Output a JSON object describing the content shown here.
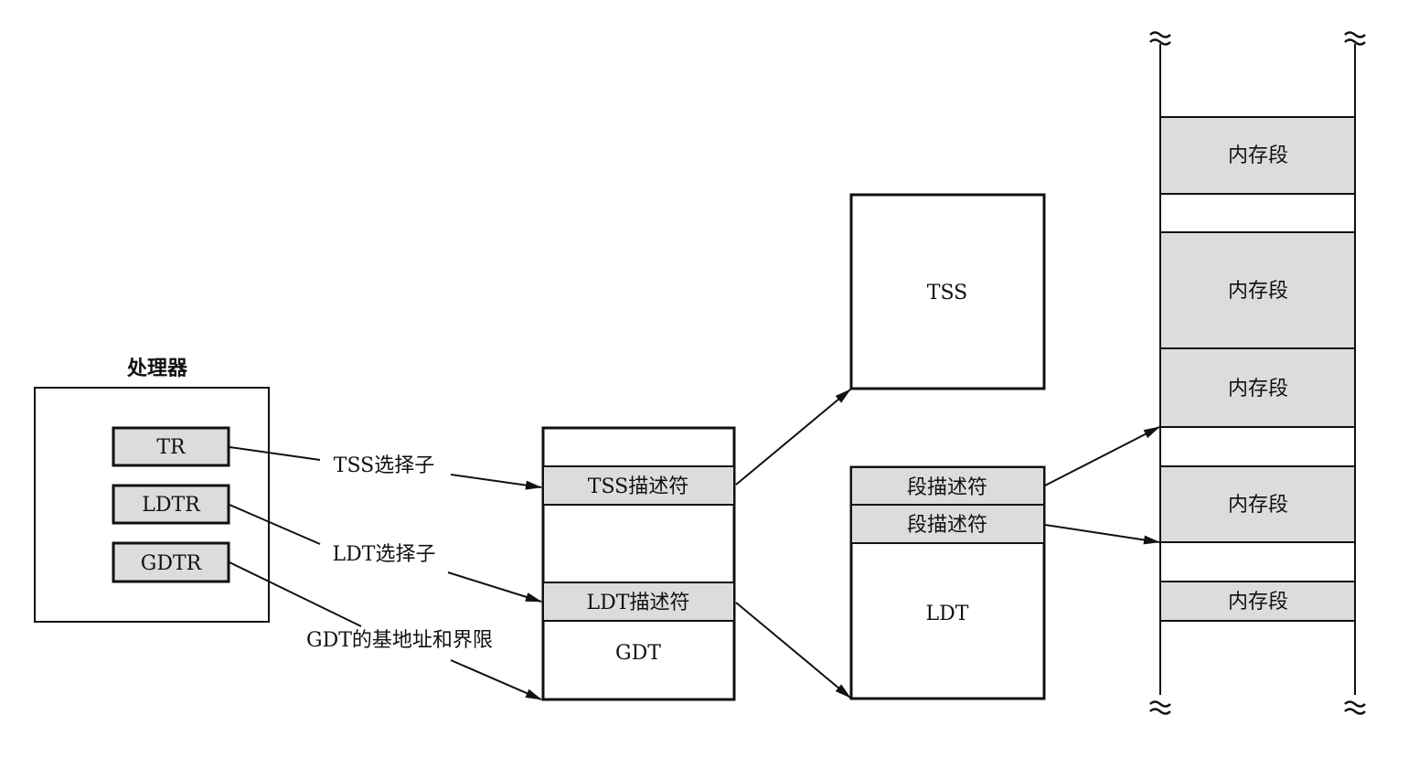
{
  "processor": {
    "title": "处理器",
    "registers": [
      "TR",
      "LDTR",
      "GDTR"
    ]
  },
  "connectors": {
    "tss_selector": "TSS选择子",
    "ldt_selector": "LDT选择子",
    "gdt_base_limit": "GDT的基地址和界限"
  },
  "gdt": {
    "label": "GDT",
    "tss_descriptor": "TSS描述符",
    "ldt_descriptor": "LDT描述符"
  },
  "tss": {
    "label": "TSS"
  },
  "ldt": {
    "label": "LDT",
    "segment_descriptors": [
      "段描述符",
      "段描述符"
    ]
  },
  "memory": {
    "segments": [
      "内存段",
      "内存段",
      "内存段",
      "内存段",
      "内存段"
    ]
  }
}
